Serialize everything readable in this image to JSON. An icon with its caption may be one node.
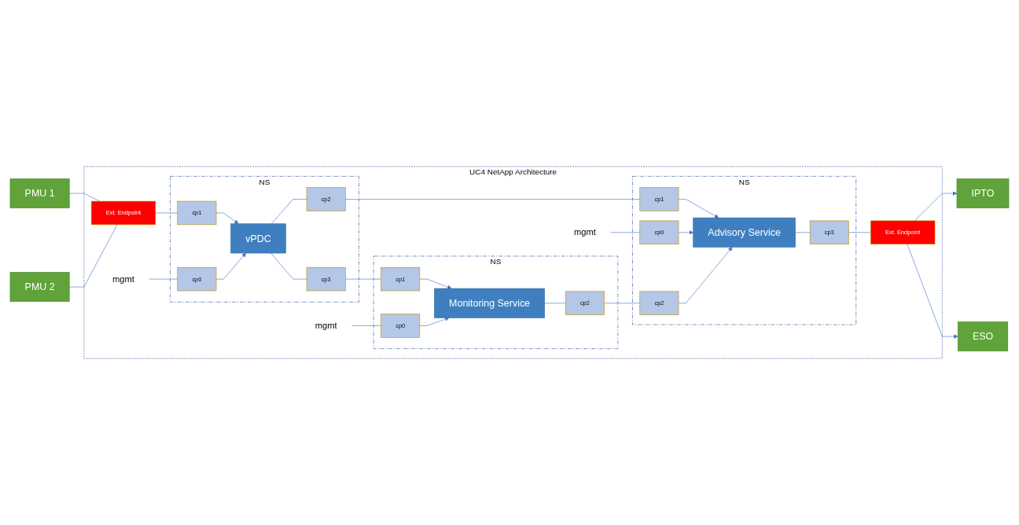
{
  "diagram": {
    "nodes": [
      {
        "text": [
          "PMU 1"
        ]
      },
      {
        "text": [
          "PMU 2"
        ]
      },
      {
        "text": [
          "UC4 NetApp Architecture"
        ]
      },
      {
        "text": [
          "Ext. Endpoint"
        ],
        "in": 2
      },
      {
        "text": [
          "mgmt"
        ],
        "in": 2
      },
      {
        "text": [
          "NS"
        ],
        "in": 2
      },
      {
        "text": [
          "cp0"
        ],
        "in": 5
      },
      {
        "text": [
          "cp1"
        ],
        "in": 5
      },
      {
        "text": [
          "vPDC"
        ],
        "in": 5
      },
      {
        "text": [
          "cp2"
        ],
        "in": 5
      },
      {
        "text": [
          "cp3"
        ],
        "in": 5
      },
      {
        "text": [
          "mgmt"
        ],
        "in": 2
      },
      {
        "text": [
          "NS"
        ],
        "in": 2
      },
      {
        "text": [
          "cp0"
        ],
        "in": 12
      },
      {
        "text": [
          "cp1"
        ],
        "in": 12
      },
      {
        "text": [
          "Advisory Service"
        ],
        "in": 12
      },
      {
        "text": [
          "cp3"
        ],
        "in": 12
      },
      {
        "text": [
          "cp2"
        ],
        "in": 12
      },
      {
        "text": [
          "NS"
        ],
        "in": 2
      },
      {
        "text": [
          "cp2"
        ],
        "in": 18
      },
      {
        "text": [
          "cp1"
        ],
        "in": 18
      },
      {
        "text": [
          "Monitoring Service"
        ],
        "in": 18
      },
      {
        "text": [
          "cp0"
        ],
        "in": 18
      },
      {
        "text": [
          "mgmt"
        ],
        "in": 2
      },
      {
        "text": [
          "Ext. Endpoint"
        ],
        "in": 2
      },
      {
        "text": [
          "IPTO"
        ]
      },
      {
        "text": [
          "ESO"
        ]
      }
    ],
    "edges": [
      {
        "from": 0,
        "to": 3,
        "arrow": "none"
      },
      {
        "from": 1,
        "to": 3,
        "arrow": "none"
      },
      {
        "from": 3,
        "to": 7,
        "arrow": "none"
      },
      {
        "from": 7,
        "to": 8,
        "arrow": "to"
      },
      {
        "from": 4,
        "to": 6,
        "arrow": "none"
      },
      {
        "from": 6,
        "to": 8,
        "arrow": "to"
      },
      {
        "from": 8,
        "to": 9,
        "arrow": "none"
      },
      {
        "from": 8,
        "to": 10,
        "arrow": "none"
      },
      {
        "from": 9,
        "to": 14,
        "arrow": "none"
      },
      {
        "from": 14,
        "to": 15,
        "arrow": "to"
      },
      {
        "from": 10,
        "to": 20,
        "arrow": "none"
      },
      {
        "from": 20,
        "to": 21,
        "arrow": "to"
      },
      {
        "from": 11,
        "to": 13,
        "arrow": "none"
      },
      {
        "from": 13,
        "to": 15,
        "arrow": "to"
      },
      {
        "from": 15,
        "to": 16,
        "arrow": "none"
      },
      {
        "from": 16,
        "to": 24,
        "arrow": "none"
      },
      {
        "from": 24,
        "to": 25,
        "arrow": "to"
      },
      {
        "from": 24,
        "to": 26,
        "arrow": "to"
      },
      {
        "from": 21,
        "to": 19,
        "arrow": "none"
      },
      {
        "from": 19,
        "to": 17,
        "arrow": "none"
      },
      {
        "from": 17,
        "to": 15,
        "arrow": "to"
      },
      {
        "from": 23,
        "to": 22,
        "arrow": "none"
      },
      {
        "from": 22,
        "to": 21,
        "arrow": "to"
      }
    ]
  }
}
